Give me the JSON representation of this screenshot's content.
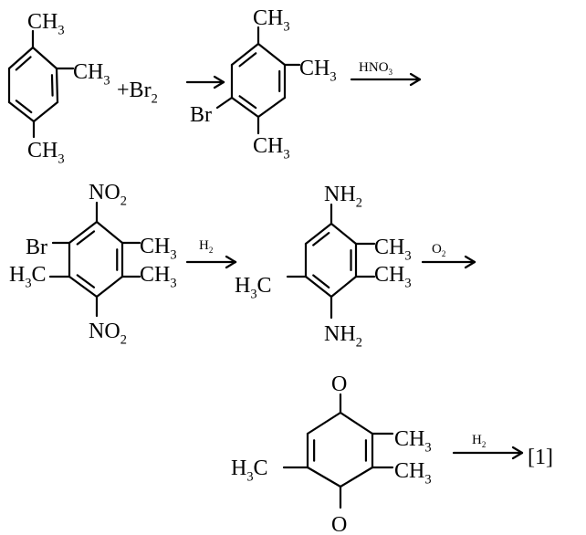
{
  "step1": {
    "reactant": {
      "sub_top": "CH3",
      "sub_right": "CH3",
      "sub_bottom": "CH3"
    },
    "reagent": "+Br2",
    "product": {
      "sub_top": "CH3",
      "sub_right": "CH3",
      "sub_left": "Br",
      "sub_bottom": "CH3"
    },
    "arrow_label": "HNO3"
  },
  "step2": {
    "nitro": {
      "sub_top": "NO2",
      "sub_left_upper": "Br",
      "sub_left_lower": "H3C",
      "sub_right_upper": "CH3",
      "sub_right_lower": "CH3",
      "sub_bottom": "NO2"
    },
    "arrow_label": "H2"
  },
  "step3": {
    "diamine": {
      "sub_top": "NH2",
      "sub_right_upper": "CH3",
      "sub_right_lower": "CH3",
      "sub_left": "H3C",
      "sub_bottom": "NH2"
    },
    "arrow_label": "O2"
  },
  "step4": {
    "quinone": {
      "oxygen_top": "O",
      "oxygen_bottom": "O",
      "sub_right_upper": "CH3",
      "sub_right_lower": "CH3",
      "sub_left": "H3C"
    },
    "arrow_label": "H2",
    "final_product": "[1]"
  }
}
